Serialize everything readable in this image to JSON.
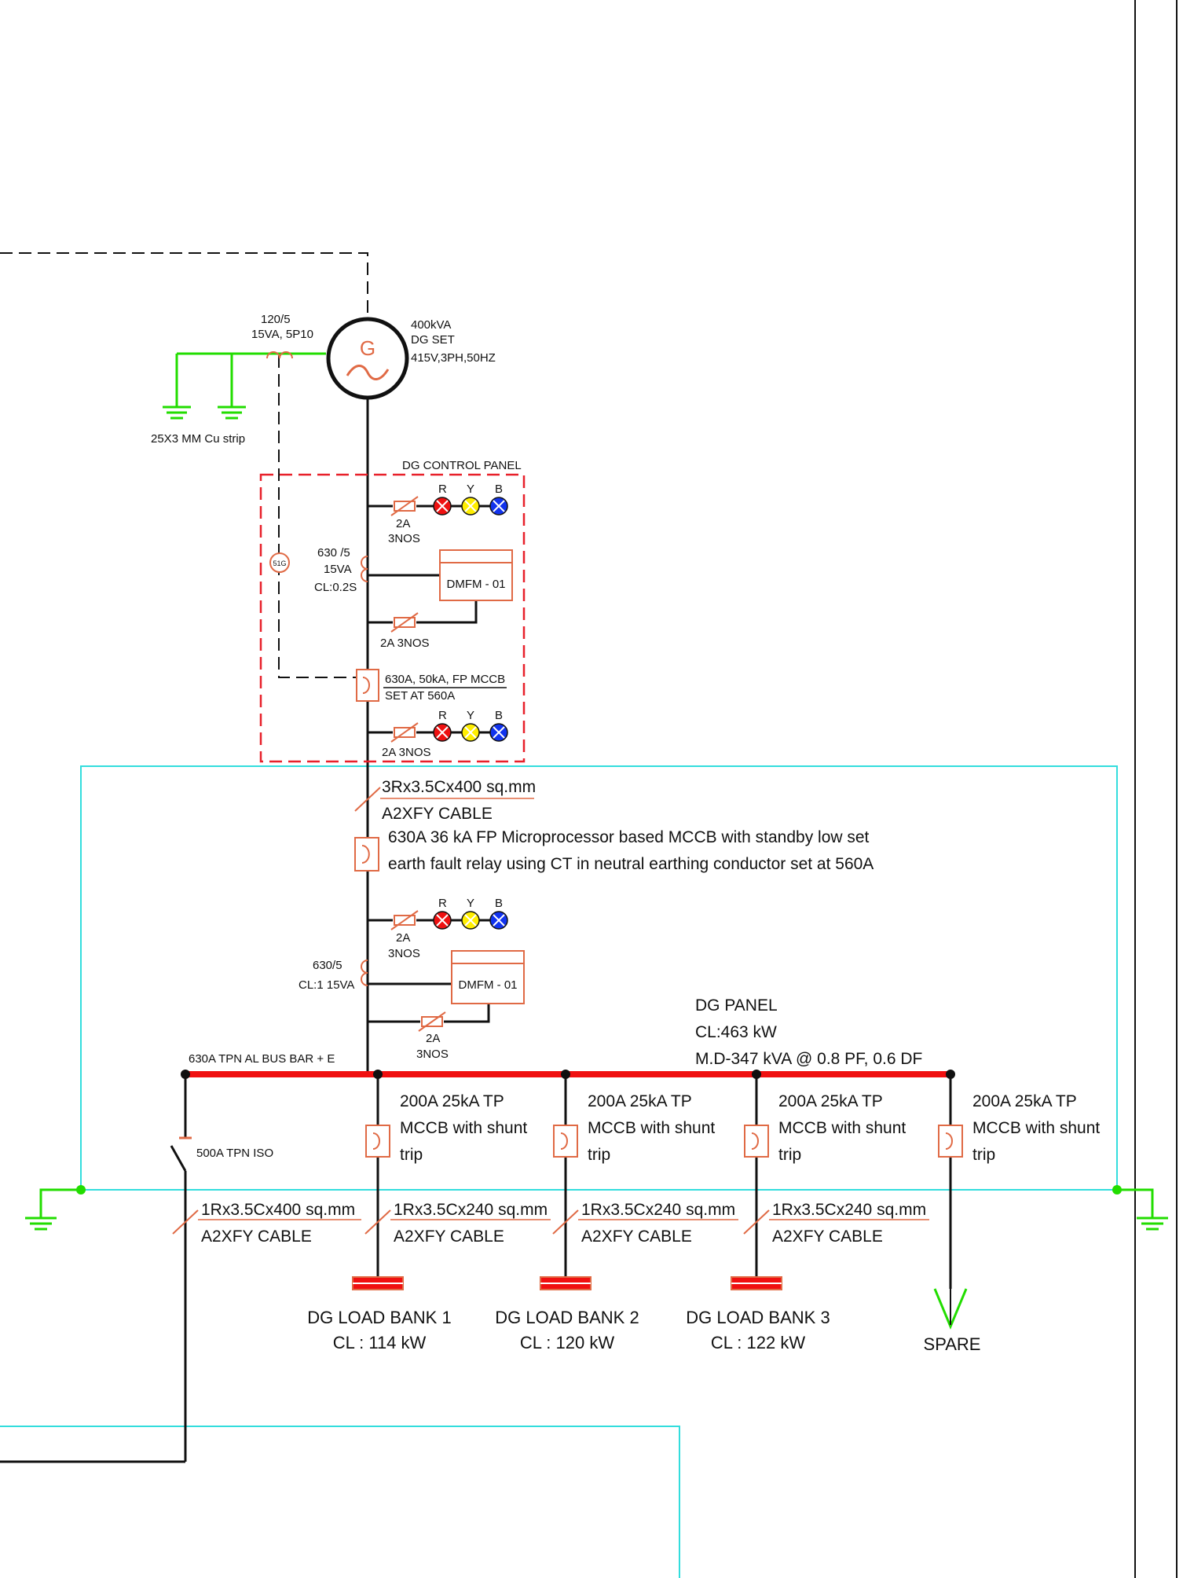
{
  "colors": {
    "line": "#111111",
    "ground": "#22dd00",
    "earth_wire": "#33dddd",
    "panel_border": "#e8202a",
    "busbar": "#f01010",
    "component": "#e06a45",
    "lamp_r": "#ee1111",
    "lamp_y": "#ffee00",
    "lamp_b": "#1133ee"
  },
  "generator": {
    "symbol": "G",
    "rating": "400kVA",
    "type": "DG SET",
    "spec": "415V,3PH,50HZ",
    "ct_ratio": "120/5",
    "ct_spec": "15VA, 5P10",
    "earth_strip": "25X3 MM Cu strip"
  },
  "control_panel": {
    "title": "DG CONTROL PANEL",
    "phases": [
      "R",
      "Y",
      "B"
    ],
    "fuse_top": [
      "2A",
      "3NOS"
    ],
    "ct": [
      "630 /5",
      "15VA",
      "CL:0.2S"
    ],
    "meter": "DMFM - 01",
    "fuse_meter": "2A  3NOS",
    "relay": "51G",
    "mccb": [
      "630A, 50kA, FP MCCB",
      "SET AT 560A"
    ],
    "fuse_bottom": "2A  3NOS"
  },
  "feeder_cable": [
    "3Rx3.5Cx400 sq.mm",
    "A2XFY CABLE"
  ],
  "main_mccb": [
    "630A 36 kA FP Microprocessor based MCCB with standby low set",
    "earth fault relay using CT in neutral earthing conductor set at 560A"
  ],
  "dg_panel_metering": {
    "phases": [
      "R",
      "Y",
      "B"
    ],
    "fuse_top": [
      "2A",
      "3NOS"
    ],
    "ct": [
      "630/5",
      "CL:1  15VA"
    ],
    "meter": "DMFM - 01",
    "fuse_meter": [
      "2A",
      "3NOS"
    ]
  },
  "busbar_label": "630A TPN AL BUS BAR + E",
  "dg_panel": {
    "title": "DG PANEL",
    "cl": "CL:463 kW",
    "md": "M.D-347 kVA @ 0.8 PF, 0.6 DF"
  },
  "isolator": {
    "label": "500A TPN ISO",
    "cable": [
      "1Rx3.5Cx400 sq.mm",
      "A2XFY CABLE"
    ]
  },
  "outgoing": [
    {
      "breaker": [
        "200A 25kA TP",
        "MCCB with shunt",
        "trip"
      ],
      "cable": [
        "1Rx3.5Cx240 sq.mm",
        "A2XFY CABLE"
      ],
      "load": [
        "DG LOAD BANK 1",
        "CL : 114 kW"
      ]
    },
    {
      "breaker": [
        "200A 25kA TP",
        "MCCB with shunt",
        "trip"
      ],
      "cable": [
        "1Rx3.5Cx240 sq.mm",
        "A2XFY CABLE"
      ],
      "load": [
        "DG LOAD BANK 2",
        "CL : 120 kW"
      ]
    },
    {
      "breaker": [
        "200A 25kA TP",
        "MCCB with shunt",
        "trip"
      ],
      "cable": [
        "1Rx3.5Cx240 sq.mm",
        "A2XFY CABLE"
      ],
      "load": [
        "DG LOAD BANK 3",
        "CL : 122 kW"
      ]
    },
    {
      "breaker": [
        "200A 25kA TP",
        "MCCB with shunt",
        "trip"
      ],
      "load": [
        "SPARE"
      ]
    }
  ]
}
